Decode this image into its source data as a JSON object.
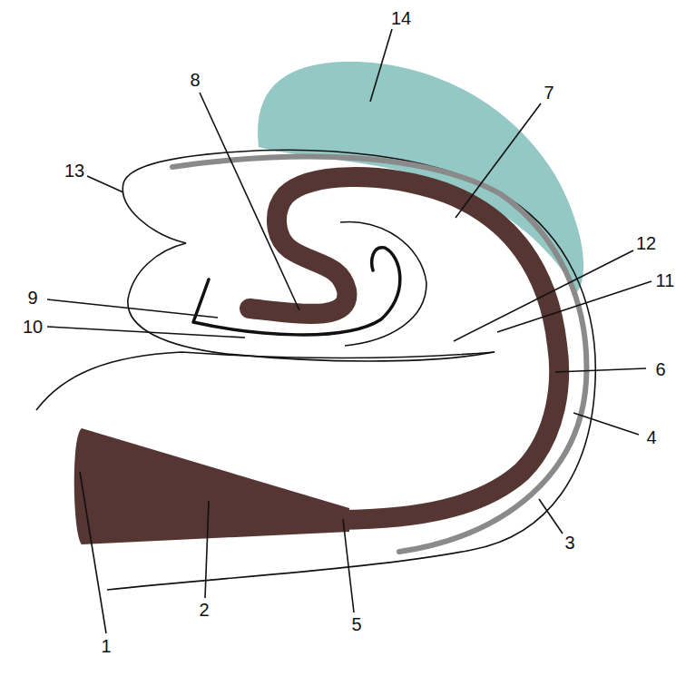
{
  "diagram": {
    "labels": [
      "14",
      "8",
      "7",
      "13",
      "12",
      "11",
      "9",
      "10",
      "6",
      "4",
      "3",
      "2",
      "5",
      "1"
    ]
  }
}
